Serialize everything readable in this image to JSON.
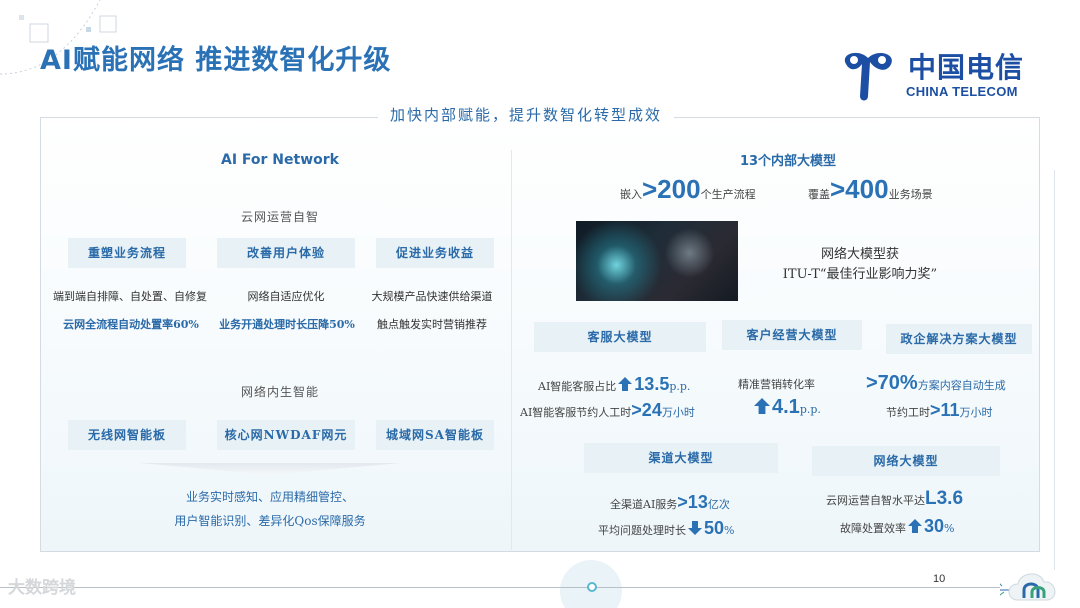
{
  "header": {
    "title": "AI赋能网络 推进数智化升级",
    "logo_cn": "中国电信",
    "logo_en": "CHINA TELECOM"
  },
  "subtitle": "加快内部赋能，提升数智化转型成效",
  "left": {
    "title": "AI For Network",
    "group1": {
      "label": "云网运营自智",
      "chips": [
        "重塑业务流程",
        "改善用户体验",
        "促进业务收益"
      ],
      "lines1": [
        "端到端自排障、自处置、自修复",
        "网络自适应优化",
        "大规模产品快速供给渠道"
      ],
      "lines2": [
        "云网全流程自动处置率60%",
        "业务开通处理时长压降50%",
        "触点触发实时营销推荐"
      ]
    },
    "group2": {
      "label": "网络内生智能",
      "chips": [
        "无线网智能板",
        "核心网NWDAF网元",
        "城域网SA智能板"
      ],
      "result_line1": "业务实时感知、应用精细管控、",
      "result_line2": "用户智能识别、差异化Qos保障服务"
    }
  },
  "right": {
    "title": "13个内部大模型",
    "stat1": {
      "prefix": "嵌入",
      "value": ">200",
      "suffix": "个生产流程"
    },
    "stat2": {
      "prefix": "覆盖",
      "value": ">400",
      "suffix": "业务场景"
    },
    "award_line1": "网络大模型获",
    "award_line2": "ITU-T“最佳行业影响力奖”",
    "models": [
      {
        "name": "客服大模型",
        "l1_text": "AI智能客服占比",
        "l1_icon": "arrow-up-icon",
        "l1_value": "13.5",
        "l1_unit": "p.p.",
        "l2_text": "AI智能客服节约人工时",
        "l2_value": ">24",
        "l2_unit": "万小时"
      },
      {
        "name": "客户经营大模型",
        "l1_text": "精准营销转化率",
        "l2_icon": "arrow-up-icon",
        "l2_value": "4.1",
        "l2_unit": "p.p."
      },
      {
        "name": "政企解决方案大模型",
        "l1_value": ">70%",
        "l1_text": "方案内容自动生成",
        "l2_text": "节约工时",
        "l2_value": ">11",
        "l2_unit": "万小时"
      },
      {
        "name": "渠道大模型",
        "l1_text": "全渠道AI服务",
        "l1_value": ">13",
        "l1_unit": "亿次",
        "l2_text": "平均问题处理时长",
        "l2_icon": "arrow-down-icon",
        "l2_value": "50",
        "l2_unit": "%"
      },
      {
        "name": "网络大模型",
        "l1_text": "云网运营自智水平达",
        "l1_value": "L3.6",
        "l2_text": "故障处置效率",
        "l2_icon": "arrow-up-icon",
        "l2_value": "30",
        "l2_unit": "%"
      }
    ]
  },
  "footer": {
    "page_number": "10",
    "watermark": "大数跨境"
  },
  "colors": {
    "accent": "#2a72b5",
    "brand": "#1c4fa3",
    "chip_bg": "#e8f2f6"
  }
}
